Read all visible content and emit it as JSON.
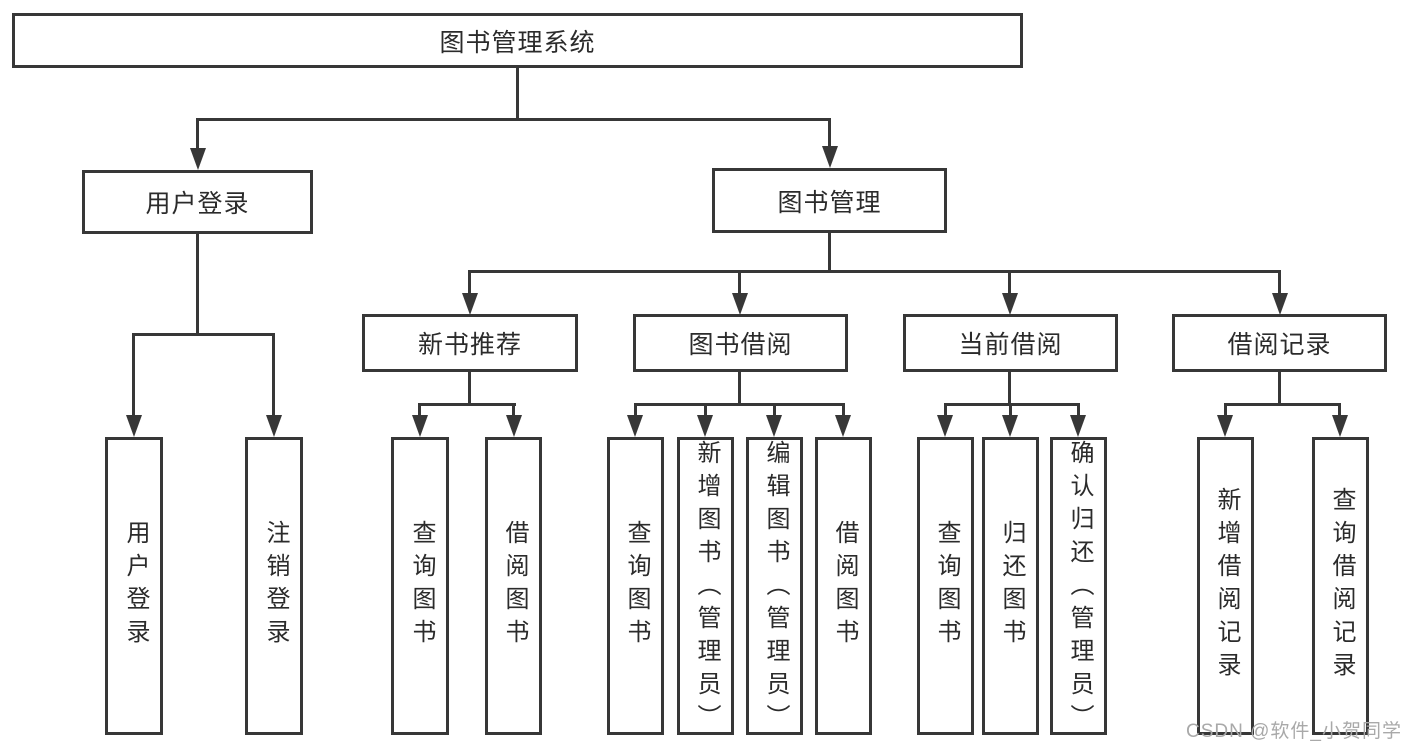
{
  "tree": {
    "label": "图书管理系统",
    "children": [
      {
        "label": "用户登录",
        "children": [
          {
            "label": "用户登录"
          },
          {
            "label": "注销登录"
          }
        ]
      },
      {
        "label": "图书管理",
        "children": [
          {
            "label": "新书推荐",
            "children": [
              {
                "label": "查询图书"
              },
              {
                "label": "借阅图书"
              }
            ]
          },
          {
            "label": "图书借阅",
            "children": [
              {
                "label": "查询图书"
              },
              {
                "label": "新增图书（管理员）"
              },
              {
                "label": "编辑图书（管理员）"
              },
              {
                "label": "借阅图书"
              }
            ]
          },
          {
            "label": "当前借阅",
            "children": [
              {
                "label": "查询图书"
              },
              {
                "label": "归还图书"
              },
              {
                "label": "确认归还（管理员）"
              }
            ]
          },
          {
            "label": "借阅记录",
            "children": [
              {
                "label": "新增借阅记录"
              },
              {
                "label": "查询借阅记录"
              }
            ]
          }
        ]
      }
    ]
  },
  "watermark": {
    "text": "CSDN @软件_小贺同学"
  },
  "colors": {
    "line": "#373737",
    "text": "#2b2b2b",
    "box_background": "#ffffff",
    "page_background": "#ffffff",
    "watermark": "#a9a9a9"
  }
}
